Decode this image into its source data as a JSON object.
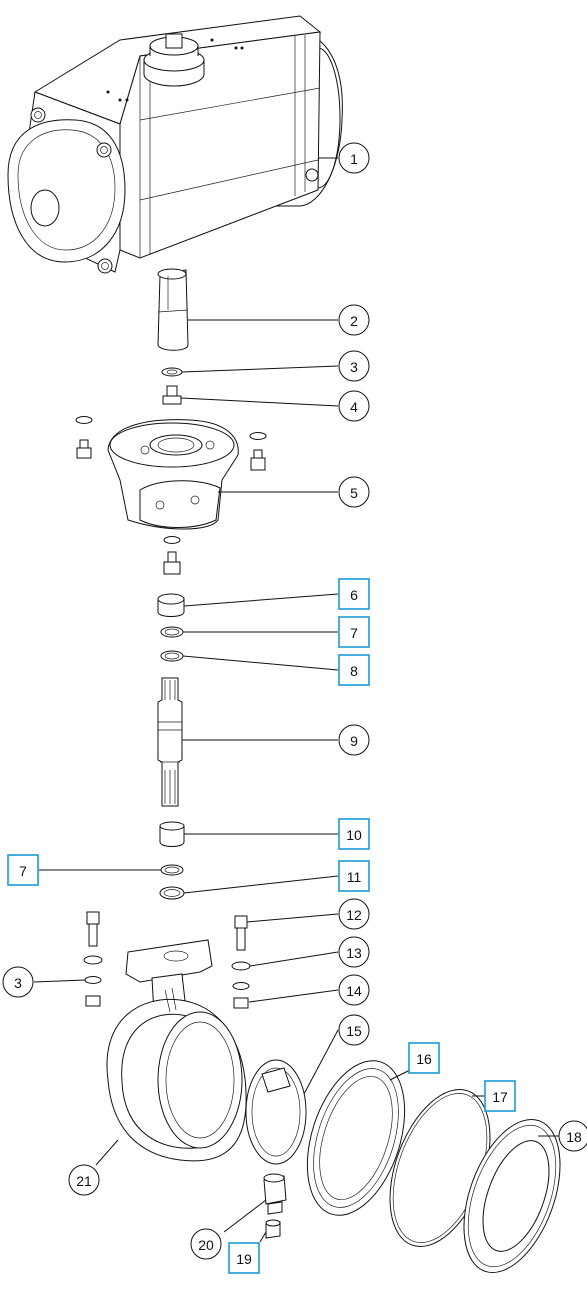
{
  "diagram": {
    "kind": "exploded assembly view",
    "callouts": [
      {
        "id": "c1",
        "label": "1",
        "style": "circle"
      },
      {
        "id": "c2",
        "label": "2",
        "style": "circle"
      },
      {
        "id": "c3a",
        "label": "3",
        "style": "circle"
      },
      {
        "id": "c4",
        "label": "4",
        "style": "circle"
      },
      {
        "id": "c5",
        "label": "5",
        "style": "circle"
      },
      {
        "id": "c6",
        "label": "6",
        "style": "box"
      },
      {
        "id": "c7a",
        "label": "7",
        "style": "box"
      },
      {
        "id": "c8",
        "label": "8",
        "style": "box"
      },
      {
        "id": "c9",
        "label": "9",
        "style": "circle"
      },
      {
        "id": "c10",
        "label": "10",
        "style": "box"
      },
      {
        "id": "c7b",
        "label": "7",
        "style": "box"
      },
      {
        "id": "c11",
        "label": "11",
        "style": "box"
      },
      {
        "id": "c12",
        "label": "12",
        "style": "circle"
      },
      {
        "id": "c3b",
        "label": "3",
        "style": "circle"
      },
      {
        "id": "c13",
        "label": "13",
        "style": "circle"
      },
      {
        "id": "c14",
        "label": "14",
        "style": "circle"
      },
      {
        "id": "c15",
        "label": "15",
        "style": "circle"
      },
      {
        "id": "c16",
        "label": "16",
        "style": "box"
      },
      {
        "id": "c17",
        "label": "17",
        "style": "box"
      },
      {
        "id": "c18",
        "label": "18",
        "style": "circle"
      },
      {
        "id": "c21",
        "label": "21",
        "style": "circle"
      },
      {
        "id": "c20",
        "label": "20",
        "style": "circle"
      },
      {
        "id": "c19",
        "label": "19",
        "style": "box"
      }
    ],
    "colors": {
      "line": "#111111",
      "box_outline": "#1a9ad6",
      "background": "#ffffff"
    }
  }
}
